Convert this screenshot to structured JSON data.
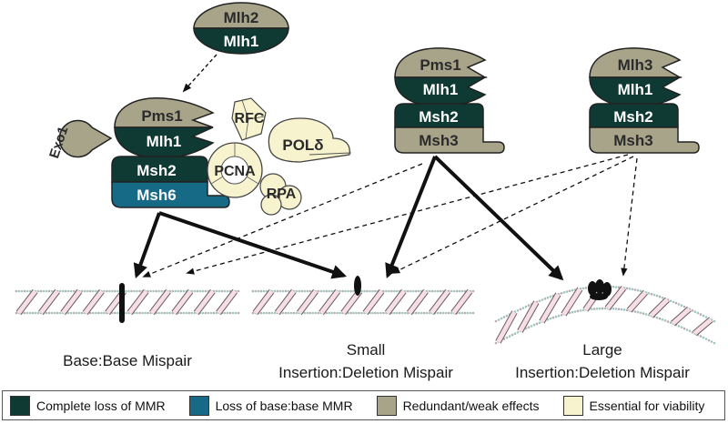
{
  "colors": {
    "complete_loss": "#0e3a33",
    "base_base_loss": "#176a86",
    "redundant": "#a8a48a",
    "essential": "#f7f3cf"
  },
  "complexes": {
    "left": {
      "mlh2": "Mlh2",
      "mlh1_top": "Mlh1",
      "pms1": "Pms1",
      "mlh1": "Mlh1",
      "msh2": "Msh2",
      "msh6": "Msh6",
      "exo1": "Exo1",
      "rfc": "RFC",
      "pcna": "PCNA",
      "pol": "POLδ",
      "rpa": "RPA"
    },
    "middle": {
      "pms1": "Pms1",
      "mlh1": "Mlh1",
      "msh2": "Msh2",
      "msh3": "Msh3"
    },
    "right": {
      "mlh3": "Mlh3",
      "mlh1": "Mlh1",
      "msh2": "Msh2",
      "msh3": "Msh3"
    }
  },
  "mispairs": {
    "base_base": "Base:Base Mispair",
    "small_line1": "Small",
    "small_line2": "Insertion:Deletion Mispair",
    "large_line1": "Large",
    "large_line2": "Insertion:Deletion Mispair"
  },
  "legend": [
    {
      "label": "Complete loss of MMR",
      "color": "#0e3a33"
    },
    {
      "label": "Loss of base:base MMR",
      "color": "#176a86"
    },
    {
      "label": "Redundant/weak effects",
      "color": "#a8a48a"
    },
    {
      "label": "Essential for viability",
      "color": "#f7f3cf"
    }
  ]
}
